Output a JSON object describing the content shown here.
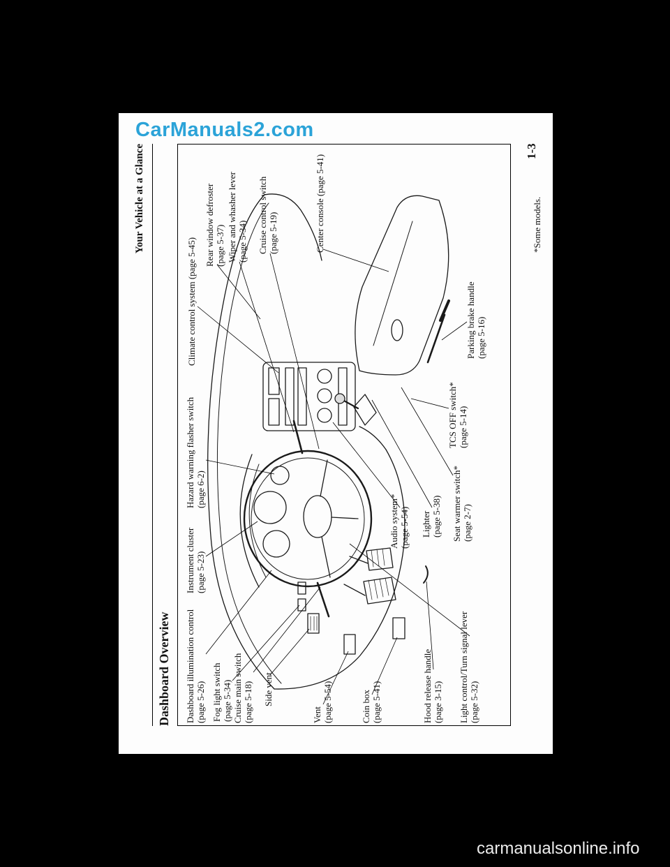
{
  "overlays": {
    "top_watermark": "CarManuals2.com",
    "bottom_watermark": "carmanualsonline.info"
  },
  "page": {
    "header": "Your Vehicle at a Glance",
    "title": "Dashboard Overview",
    "page_number": "1-3",
    "footnote": "*Some models.",
    "labels": [
      {
        "text": "Dashboard illumination control",
        "ref": "(page 5-26)"
      },
      {
        "text": "Instrument cluster",
        "ref": "(page 5-23)"
      },
      {
        "text": "Hazard warning flasher switch",
        "ref": "(page 6-2)"
      },
      {
        "text": "Climate control system (page 5-45)",
        "ref": ""
      },
      {
        "text": "Rear window defroster",
        "ref": "(page 5-37)"
      },
      {
        "text": "Wiper and whasher lever",
        "ref": "(page 5-34)"
      },
      {
        "text": "Cruise control switch",
        "ref": "(page 5-19)"
      },
      {
        "text": "Center console (page 5-41)",
        "ref": ""
      },
      {
        "text": "Parking brake handle",
        "ref": "(page 5-16)"
      },
      {
        "text": "TCS OFF switch*",
        "ref": "(page 5-14)"
      },
      {
        "text": "Seat warmer switch*",
        "ref": "(page 2-7)"
      },
      {
        "text": "Lighter",
        "ref": "(page 5-38)"
      },
      {
        "text": "Audio system*",
        "ref": "(page 5-54)"
      },
      {
        "text": "Fog light switch",
        "ref": "(page 5-34)"
      },
      {
        "text": "Cruise main switch",
        "ref": "(page 5-18)"
      },
      {
        "text": "Side vent",
        "ref": ""
      },
      {
        "text": "Vent",
        "ref": "(page 5-54)"
      },
      {
        "text": "Coin box",
        "ref": "(page 5-41)"
      },
      {
        "text": "Hood release handle",
        "ref": "(page 3-15)"
      },
      {
        "text": "Light control/Turn signal lever",
        "ref": "(page 5-32)"
      }
    ]
  }
}
